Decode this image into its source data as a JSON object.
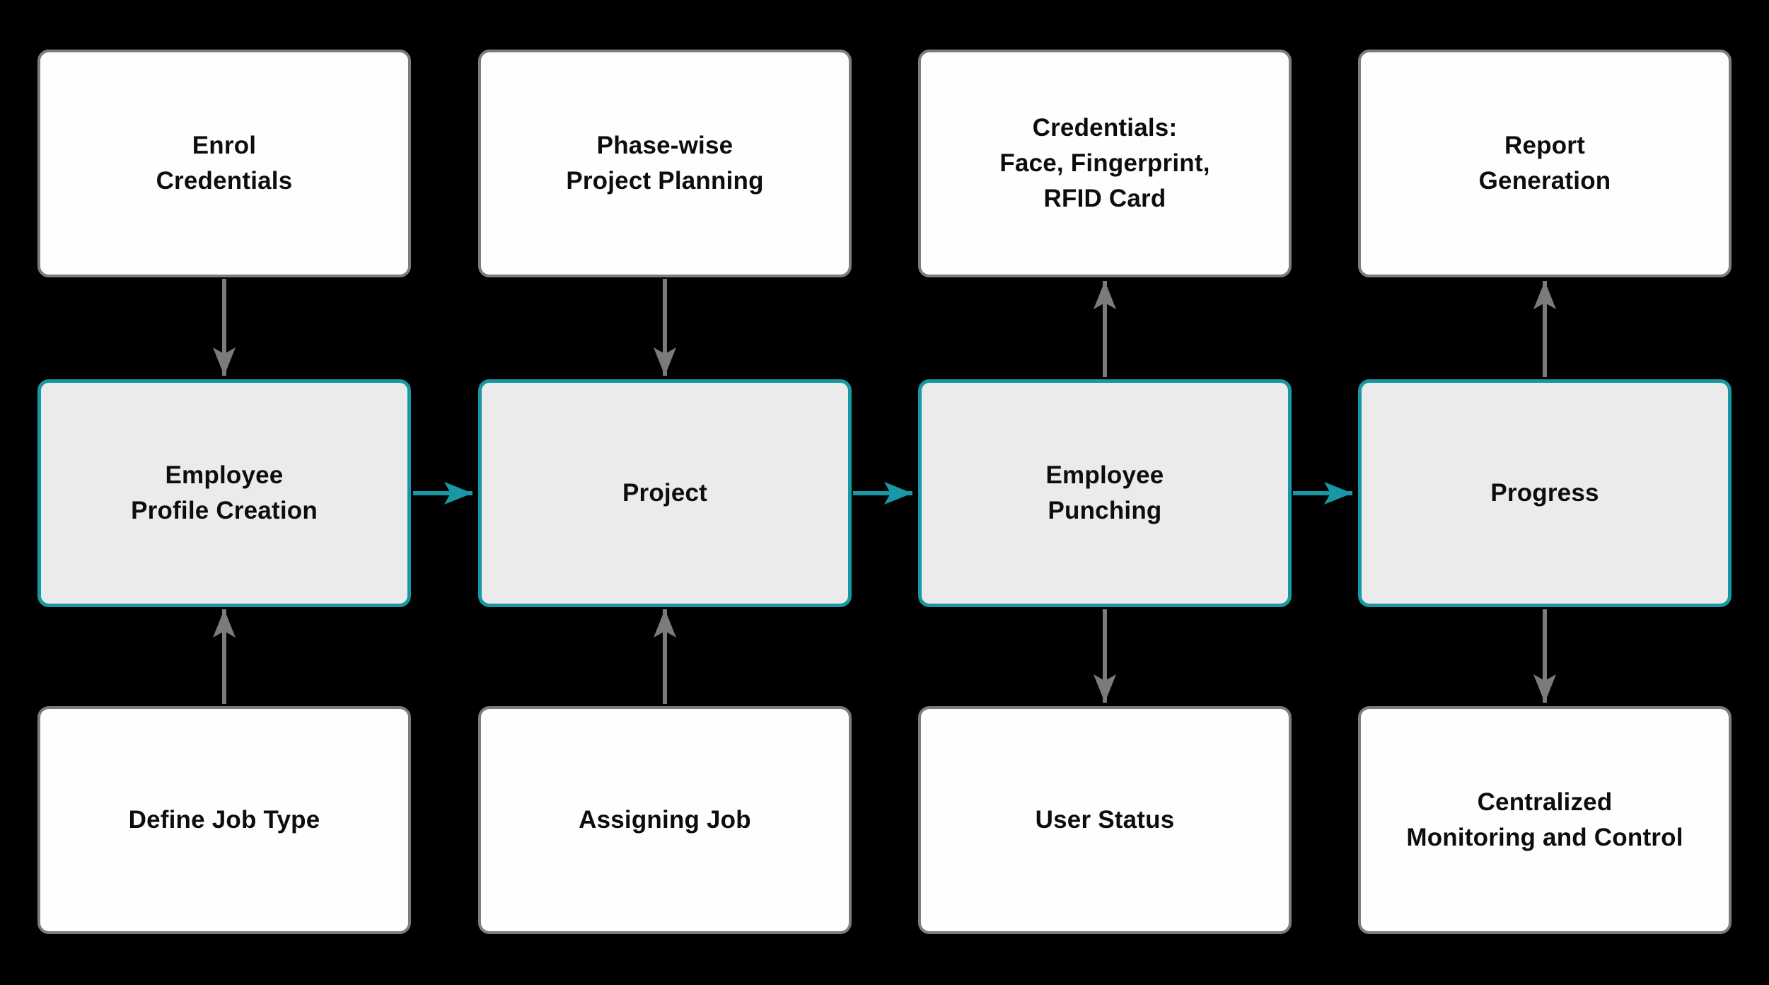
{
  "diagram": {
    "type": "flowchart",
    "background": "#000000",
    "colors": {
      "plain_box_fill": "#fefefe",
      "plain_box_border": "#7d7d7d",
      "active_box_fill": "#ebebeb",
      "active_box_border": "#1898a4",
      "arrow_gray": "#7b7b7b",
      "arrow_teal": "#1898a4",
      "text": "#0d0d0d"
    }
  },
  "nodes": {
    "enrol_credentials": {
      "label": "Enrol\nCredentials"
    },
    "phase_wise_project_planning": {
      "label": "Phase-wise\nProject Planning"
    },
    "credentials_face_fp_rfid": {
      "label": "Credentials:\nFace, Fingerprint,\nRFID Card"
    },
    "report_generation": {
      "label": "Report\nGeneration"
    },
    "employee_profile_creation": {
      "label": "Employee\nProfile Creation"
    },
    "project": {
      "label": "Project"
    },
    "employee_punching": {
      "label": "Employee\nPunching"
    },
    "progress": {
      "label": "Progress"
    },
    "define_job_type": {
      "label": "Define Job Type"
    },
    "assigning_job": {
      "label": "Assigning Job"
    },
    "user_status": {
      "label": "User Status"
    },
    "centralized_monitoring": {
      "label": "Centralized\nMonitoring and Control"
    }
  },
  "edges": [
    {
      "from": "enrol_credentials",
      "to": "employee_profile_creation",
      "style": "gray"
    },
    {
      "from": "phase_wise_project_planning",
      "to": "project",
      "style": "gray"
    },
    {
      "from": "employee_punching",
      "to": "credentials_face_fp_rfid",
      "style": "gray"
    },
    {
      "from": "progress",
      "to": "report_generation",
      "style": "gray"
    },
    {
      "from": "define_job_type",
      "to": "employee_profile_creation",
      "style": "gray"
    },
    {
      "from": "assigning_job",
      "to": "project",
      "style": "gray"
    },
    {
      "from": "employee_punching",
      "to": "user_status",
      "style": "gray"
    },
    {
      "from": "progress",
      "to": "centralized_monitoring",
      "style": "gray"
    },
    {
      "from": "employee_profile_creation",
      "to": "project",
      "style": "teal"
    },
    {
      "from": "project",
      "to": "employee_punching",
      "style": "teal"
    },
    {
      "from": "employee_punching",
      "to": "progress",
      "style": "teal"
    }
  ]
}
